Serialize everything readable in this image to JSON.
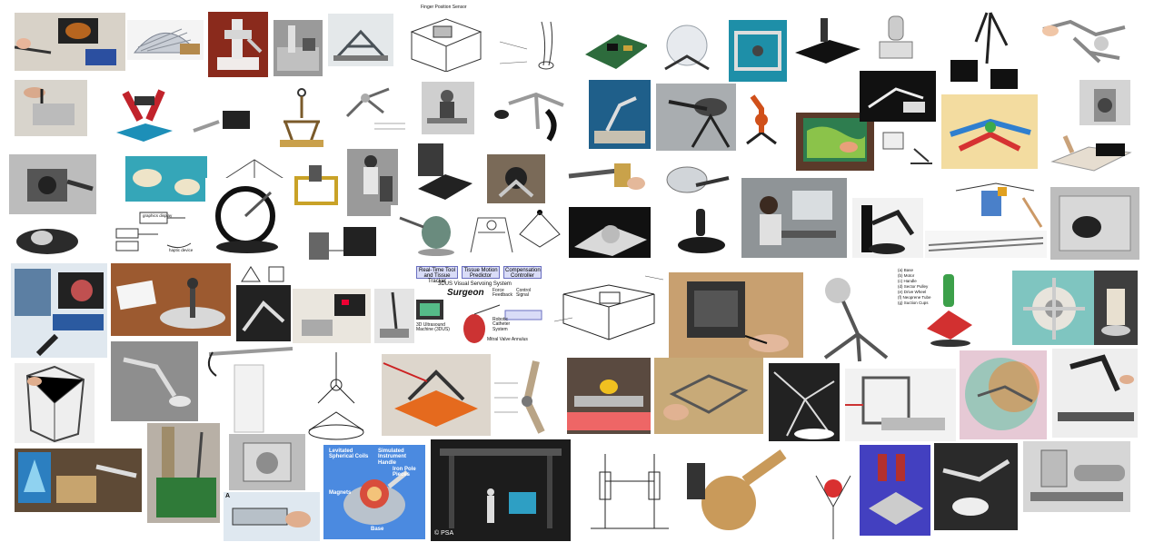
{
  "collage": {
    "tiles": [
      {
        "name": "tile-r1-1"
      },
      {
        "name": "tile-r1-2"
      },
      {
        "name": "tile-r1-3"
      },
      {
        "name": "tile-r1-4"
      },
      {
        "name": "tile-r1-5"
      },
      {
        "name": "tile-r1-6"
      },
      {
        "name": "tile-r1-7"
      },
      {
        "name": "tile-r1-8"
      },
      {
        "name": "tile-r1-9"
      },
      {
        "name": "tile-r1-10"
      },
      {
        "name": "tile-r1-11"
      },
      {
        "name": "tile-r1-12"
      },
      {
        "name": "tile-r1-13"
      },
      {
        "name": "tile-r1-14"
      },
      {
        "name": "tile-r1-15"
      },
      {
        "name": "tile-r1-16"
      }
    ],
    "captions": {
      "surgeon_diagram": {
        "box1": "Real-Time Tool and Tissue Tracker",
        "box2": "Tissue Motion Predictor",
        "box3": "Compensation Controller",
        "title": "3DUS Visual Servoing System",
        "surgeon": "Surgeon",
        "force_feedback": "Force Feedback",
        "control_signal": "Control Signal",
        "robotic_catheter": "Robotic Catheter System",
        "ultrasound": "3D Ultrasound Machine (3DUS)",
        "valve": "Mitral Valve Annulus"
      },
      "levitation": {
        "coils": "Levitated Spherical Coils",
        "handle": "Simulated Instrument Handle",
        "pole": "Iron Pole Pieces",
        "magnets": "Magnets",
        "base": "Base"
      },
      "psa_credit": "© PSA",
      "labeled_device": {
        "a": "(a) Base",
        "b": "(b) Motor",
        "c": "(c) Handle",
        "d": "(d) Sector Pulley",
        "e": "(e) Drive Wheel",
        "f": "(f) Neoprene Tube",
        "g": "(g) Suction Cups"
      },
      "small_a": "A",
      "finger_label": "Finger Position Sensor",
      "graphics_block": "graphics display",
      "haptic_label": "haptic device"
    }
  }
}
